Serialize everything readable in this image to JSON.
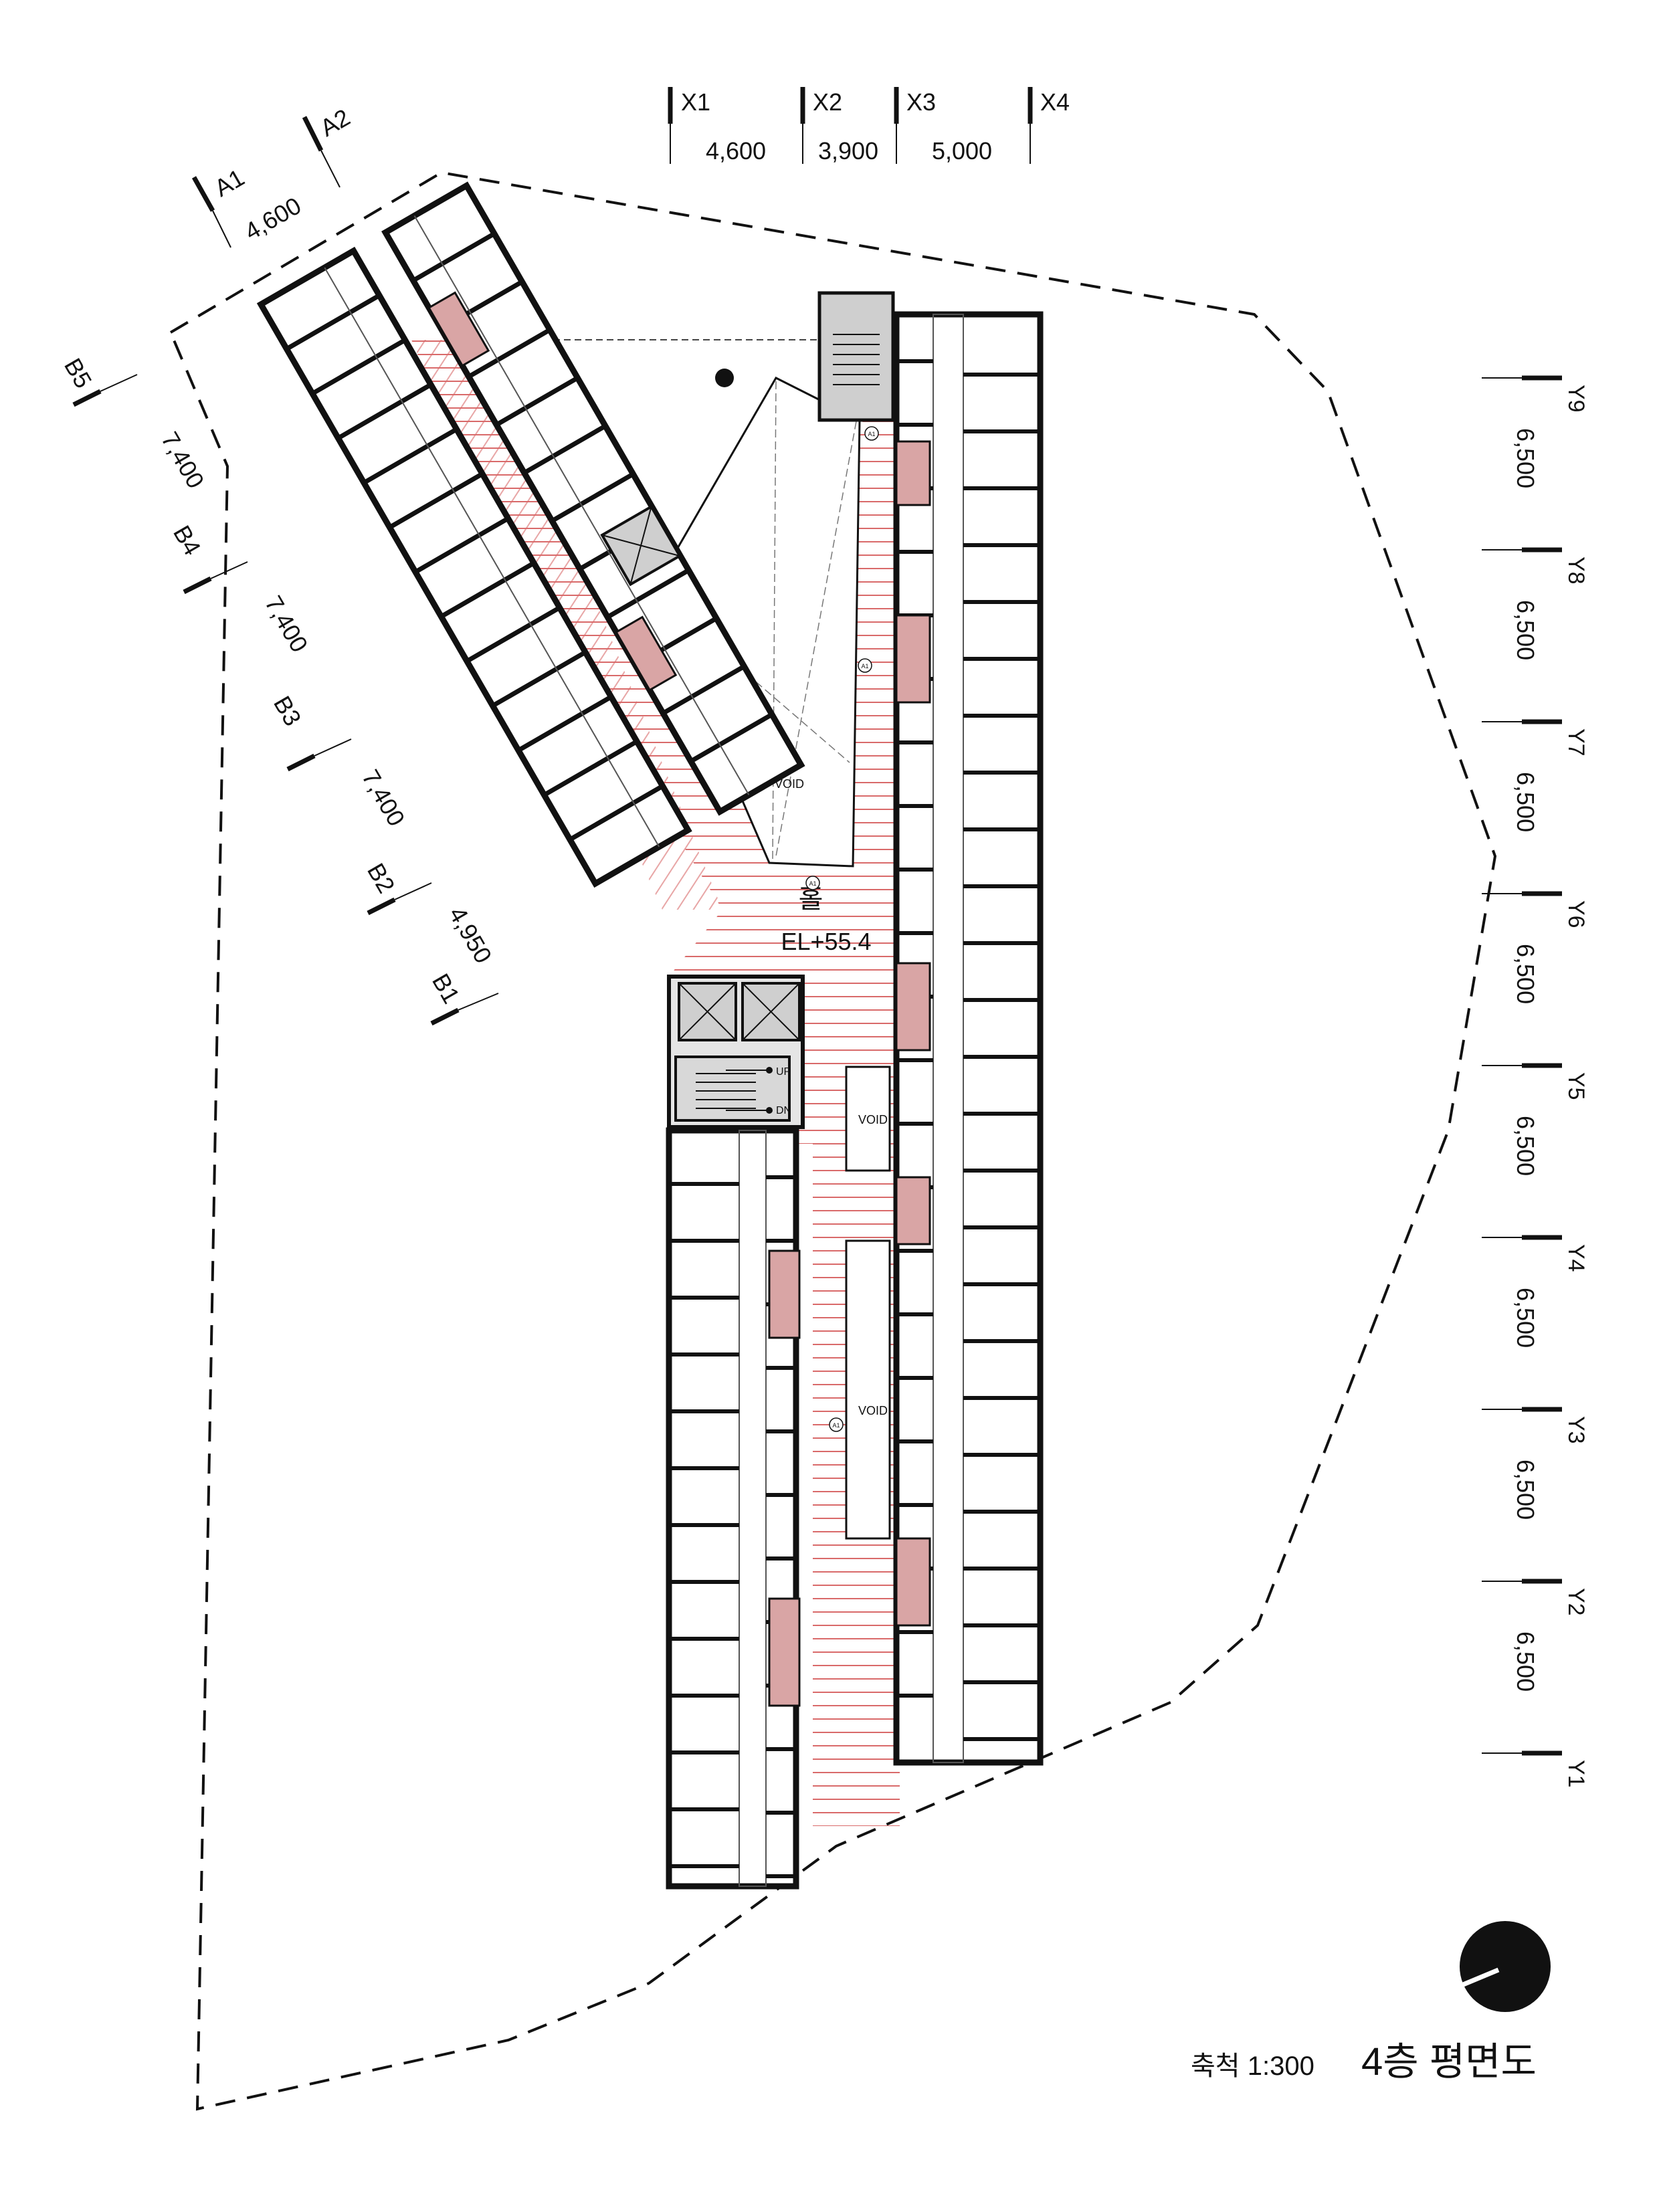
{
  "title": "4층 평면도",
  "scale_label": "축척 1:300",
  "hall": {
    "name": "홀",
    "elevation": "EL+55.4"
  },
  "void_labels": [
    "VOID",
    "VOID",
    "VOID"
  ],
  "stair": {
    "up": "UP",
    "down": "DN"
  },
  "section_marks": [
    "A1",
    "A1",
    "A1",
    "A1"
  ],
  "axes": {
    "x": [
      {
        "name": "X1",
        "dim": "4,600"
      },
      {
        "name": "X2",
        "dim": "3,900"
      },
      {
        "name": "X3",
        "dim": "5,000"
      },
      {
        "name": "X4"
      }
    ],
    "a": [
      {
        "name": "A1",
        "dim": "4,600"
      },
      {
        "name": "A2"
      }
    ],
    "b": [
      {
        "name": "B5",
        "dim": "7,400"
      },
      {
        "name": "B4",
        "dim": "7,400"
      },
      {
        "name": "B3",
        "dim": "7,400"
      },
      {
        "name": "B2",
        "dim": "4,950"
      },
      {
        "name": "B1"
      }
    ],
    "y": [
      {
        "name": "Y9",
        "dim": "6,500"
      },
      {
        "name": "Y8",
        "dim": "6,500"
      },
      {
        "name": "Y7",
        "dim": "6,500"
      },
      {
        "name": "Y6",
        "dim": "6,500"
      },
      {
        "name": "Y5",
        "dim": "6,500"
      },
      {
        "name": "Y4",
        "dim": "6,500"
      },
      {
        "name": "Y3",
        "dim": "6,500"
      },
      {
        "name": "Y2",
        "dim": "6,500"
      },
      {
        "name": "Y1"
      }
    ]
  },
  "colors": {
    "wall": "#111111",
    "corridor_hatch": "#d96a6a",
    "service_core": "#d9a5a5",
    "shaft_fill": "#cfcfcf",
    "site_boundary": "#111111"
  },
  "icons": [
    "north-arrow-icon",
    "elevator-icon",
    "stair-icon"
  ]
}
